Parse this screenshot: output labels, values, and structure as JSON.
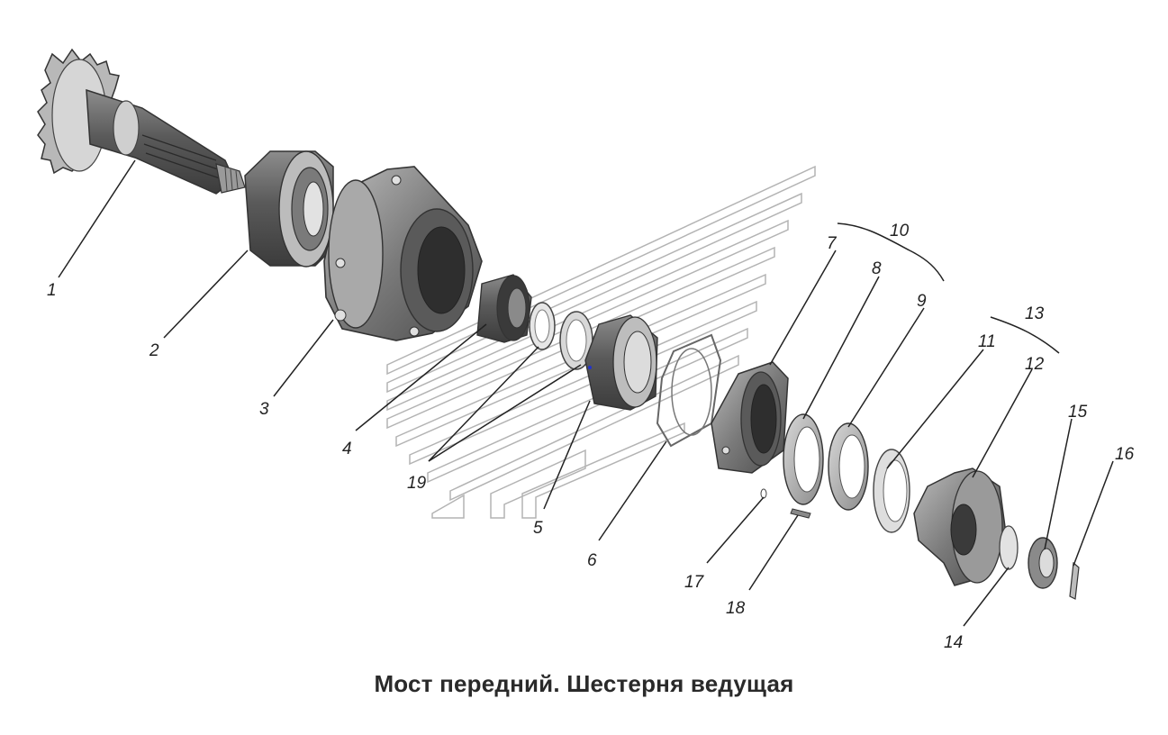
{
  "caption": "Мост передний. Шестерня ведущая",
  "labels": {
    "l1": "1",
    "l2": "2",
    "l3": "3",
    "l4": "4",
    "l5": "5",
    "l6": "6",
    "l7": "7",
    "l8": "8",
    "l9": "9",
    "l10": "10",
    "l11": "11",
    "l12": "12",
    "l13": "13",
    "l14": "14",
    "l15": "15",
    "l16": "16",
    "l17": "17",
    "l18": "18",
    "l19": "19"
  },
  "colors": {
    "part_dark": "#3a3a3a",
    "part_mid": "#6e6e6e",
    "part_light": "#a8a8a8",
    "part_pale": "#d2d2d2",
    "leader": "#222222",
    "watermark": "#9a9a9a"
  }
}
